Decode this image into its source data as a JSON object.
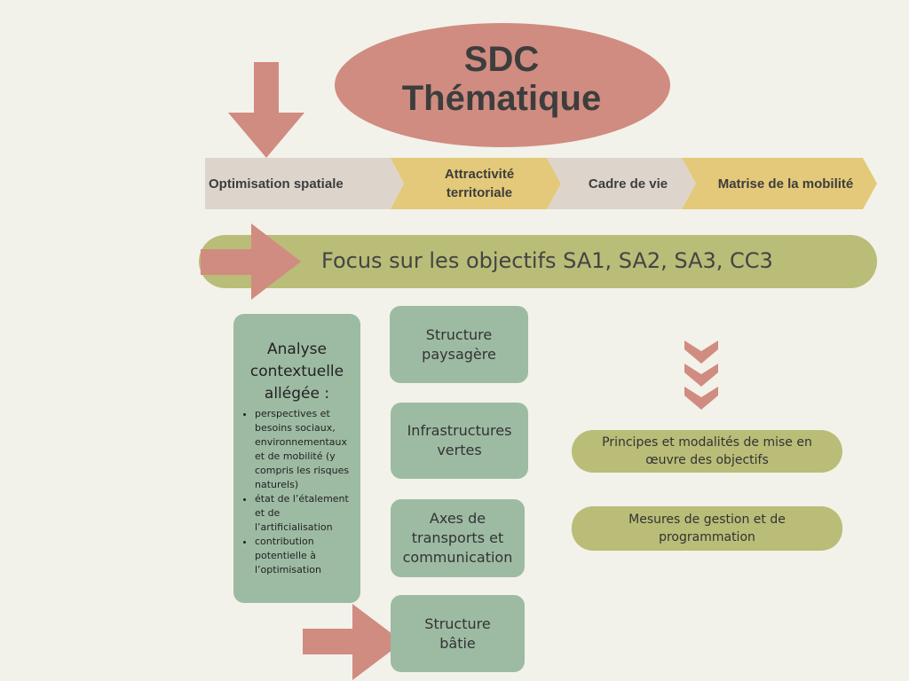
{
  "title": {
    "line1": "SDC",
    "line2": "Thématique"
  },
  "themes": [
    {
      "label": "Optimisation spatiale"
    },
    {
      "label": "Attractivité territoriale"
    },
    {
      "label": "Cadre de vie"
    },
    {
      "label": "Matrise de la mobilité"
    }
  ],
  "focus": "Focus sur les objectifs SA1, SA2, SA3, CC3",
  "analyse": {
    "heading": "Analyse contextuelle allégée :",
    "items": [
      "perspectives et besoins sociaux, environnementaux et de mobilité (y compris les risques naturels)",
      "état de l’étalement et de l’artificialisation",
      "contribution potentielle à l’optimisation"
    ]
  },
  "structures": [
    "Structure paysagère",
    "Infrastructures vertes",
    "Axes de transports et communication",
    "Structure bâtie"
  ],
  "outputs": [
    "Principes et modalités de mise en œuvre des objectifs",
    "Mesures de gestion et de programmation"
  ],
  "colors": {
    "background": "#f2f2ea",
    "salmon": "#d08c80",
    "grey": "#ddd5cc",
    "yellow": "#e3c979",
    "olive": "#b9bd77",
    "sage": "#9dbba3"
  }
}
